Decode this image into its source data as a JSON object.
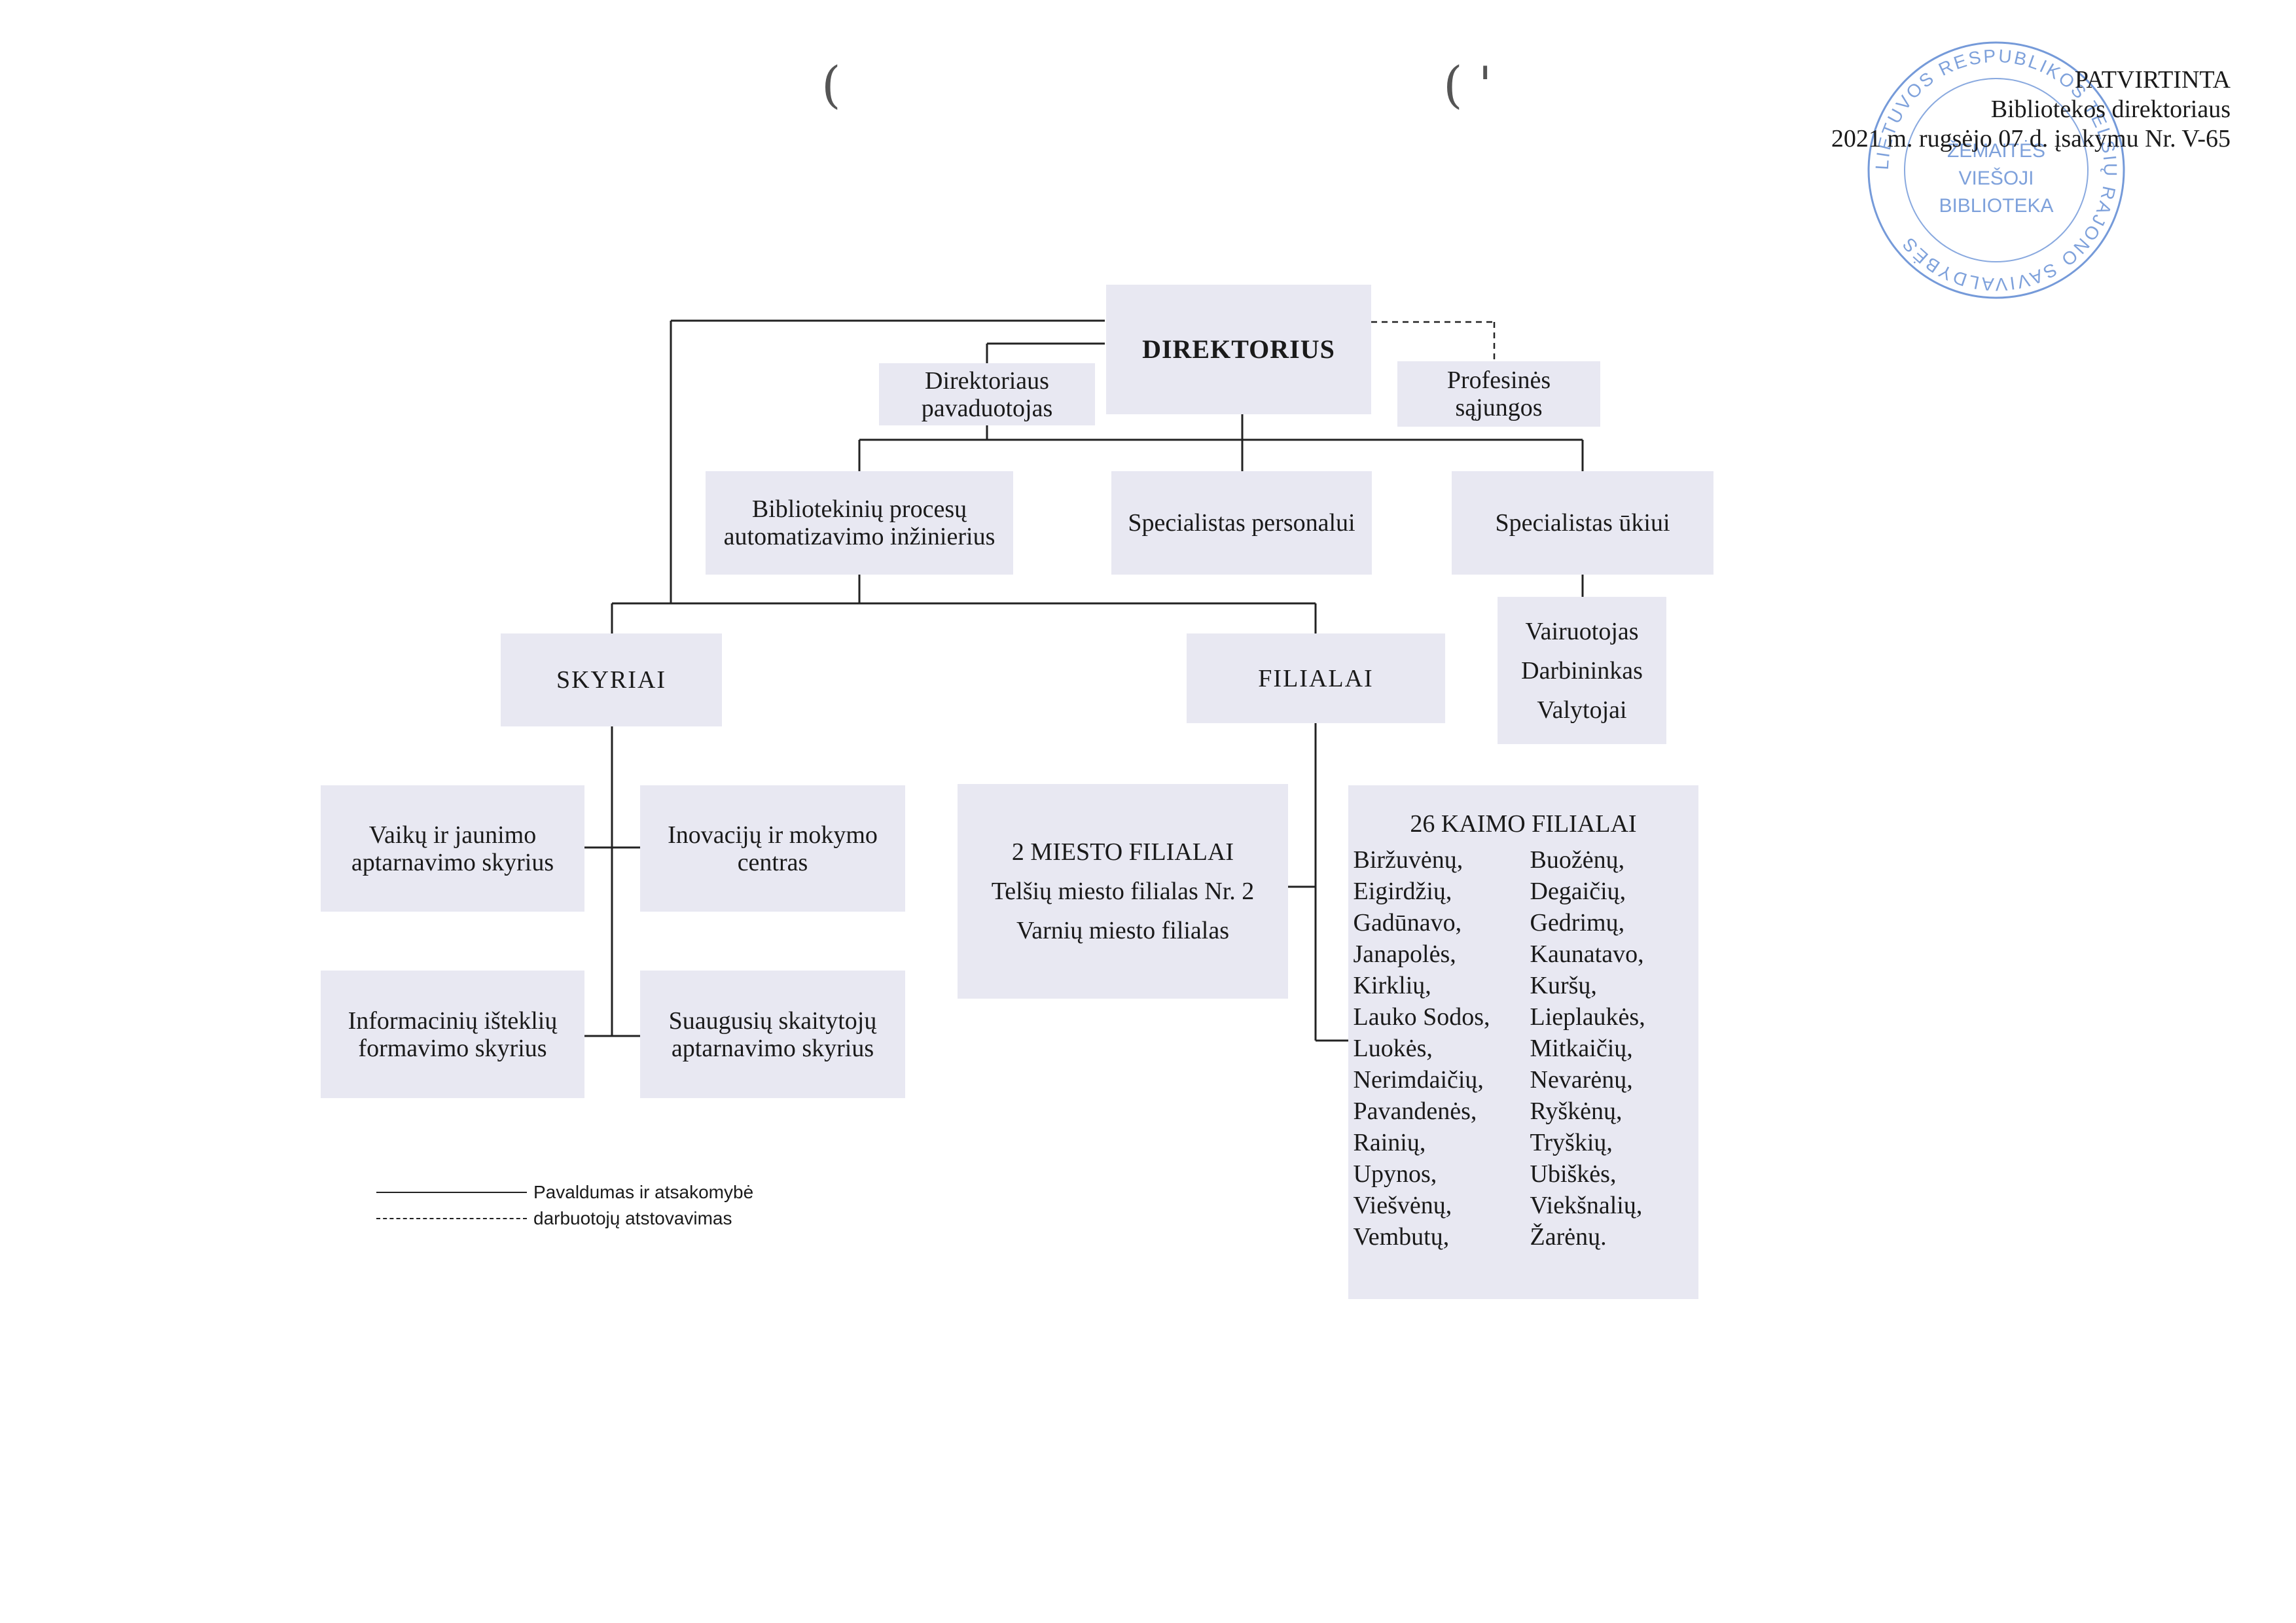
{
  "approval": {
    "line1": "PATVIRTINTA",
    "line2": "Bibliotekos direktoriaus",
    "line3": "2021 m. rugsėjo 07 d. įsakymu Nr. V-65"
  },
  "stamp": {
    "outer_text": "LIETUVOS RESPUBLIKOS TELŠIŲ RAJONO SAVIVALDYBĖS",
    "inner_line1": "ŽEMAITĖS",
    "inner_line2": "VIEŠOJI",
    "inner_line3": "BIBLIOTEKA",
    "color": "#3a6fc9"
  },
  "chart": {
    "director": "DIREKTORIUS",
    "deputy": [
      "Direktoriaus",
      "pavaduotojas"
    ],
    "unions": [
      "Profesinės",
      "sąjungos"
    ],
    "engineer": [
      "Bibliotekinių procesų",
      "automatizavimo inžinierius"
    ],
    "hr": "Specialistas personalui",
    "economy": "Specialistas ūkiui",
    "staff": [
      "Vairuotojas",
      "Darbininkas",
      "Valytojai"
    ],
    "departments": "SKYRIAI",
    "branches": "FILIALAI",
    "children_dept": [
      "Vaikų ir jaunimo",
      "aptarnavimo skyrius"
    ],
    "innovation": [
      "Inovacijų ir mokymo",
      "centras"
    ],
    "info_dept": [
      "Informacinių išteklių",
      "formavimo skyrius"
    ],
    "adult_dept": [
      "Suaugusių skaitytojų",
      "aptarnavimo skyrius"
    ],
    "city": {
      "title": "2 MIESTO FILIALAI",
      "items": [
        "Telšių miesto filialas Nr. 2",
        "Varnių miesto filialas"
      ]
    },
    "village": {
      "title": "26 KAIMO FILIALAI",
      "col1": [
        "Biržuvėnų,",
        "Eigirdžių,",
        "Gadūnavo,",
        "Janapolės,",
        "Kirklių,",
        "Lauko Sodos,",
        "Luokės,",
        "Nerimdaičių,",
        "Pavandenės,",
        "Rainių,",
        "Upynos,",
        "Viešvėnų,",
        "Vembutų,"
      ],
      "col2": [
        "Buožėnų,",
        "Degaičių,",
        "Gedrimų,",
        "Kaunatavo,",
        "Kuršų,",
        "Lieplaukės,",
        "Mitkaičių,",
        "Nevarėnų,",
        "Ryškėnų,",
        "Tryškių,",
        "Ubiškės,",
        "Viekšnalių,",
        "Žarėnų."
      ]
    }
  },
  "legend": {
    "solid": "Pavaldumas ir atsakomybė",
    "dashed": "darbuotojų atstovavimas"
  }
}
